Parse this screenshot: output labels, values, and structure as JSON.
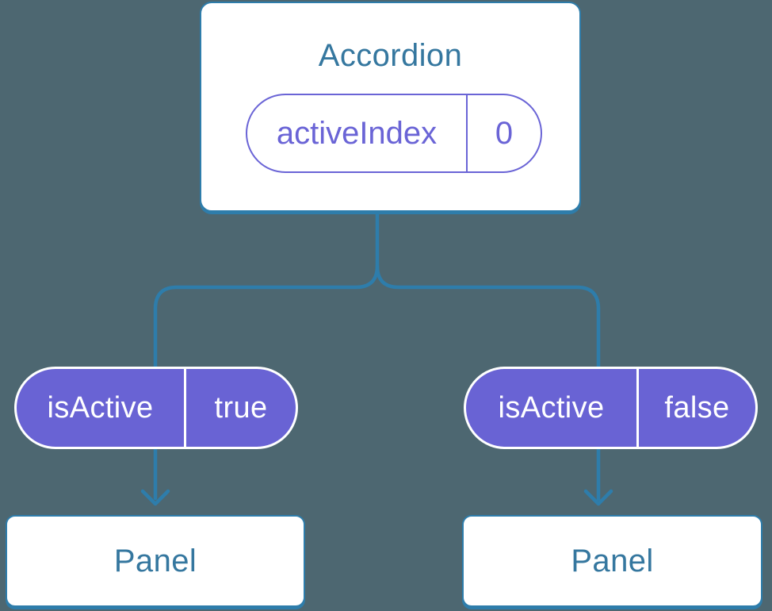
{
  "colors": {
    "background": "#4D6771",
    "connector_blue": "#2E7DAB",
    "component_text_blue": "#35779F",
    "pill_purple_fill": "#6963D4",
    "pill_purple_outline": "#6A64D6",
    "white": "#FFFFFF"
  },
  "icons": {
    "left_arrow": "arrow-down-icon",
    "right_arrow": "arrow-down-icon"
  },
  "root": {
    "title": "Accordion",
    "state": {
      "name": "activeIndex",
      "value": "0"
    }
  },
  "children": [
    {
      "prop": {
        "name": "isActive",
        "value": "true"
      },
      "title": "Panel"
    },
    {
      "prop": {
        "name": "isActive",
        "value": "false"
      },
      "title": "Panel"
    }
  ]
}
